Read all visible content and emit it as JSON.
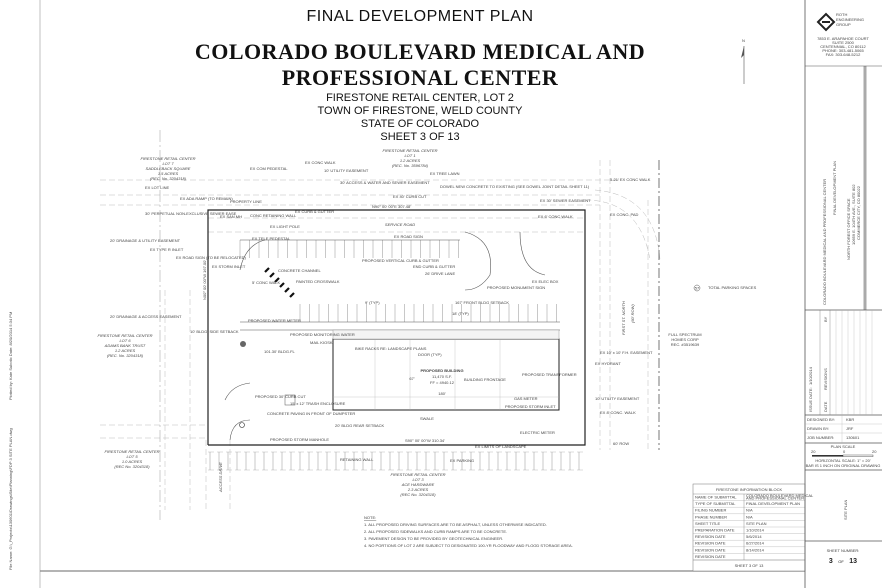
{
  "header": {
    "plan_type": "FINAL DEVELOPMENT PLAN",
    "project_line1": "COLORADO BOULEVARD MEDICAL AND",
    "project_line2": "PROFESSIONAL CENTER",
    "subtitle": [
      "FIRESTONE RETAIL CENTER, LOT 2",
      "TOWN OF FIRESTONE, WELD COUNTY",
      "STATE OF COLORADO",
      "SHEET 3 OF 13"
    ]
  },
  "north_arrow": {
    "label": "N"
  },
  "plan": {
    "parcels": {
      "lot7": [
        "FIRESTONE RETAIL CENTER",
        "LOT 7",
        "SADDLEBACK SQUARE",
        "1.5 ACRES",
        "(REC. No. 3204318)"
      ],
      "lot1": [
        "FIRESTONE RETAIL CENTER",
        "LOT 1",
        "1.2 ACRES",
        "(REC. No. 3596784)"
      ],
      "lot6": [
        "FIRESTONE RETAIL CENTER",
        "LOT 6",
        "ADAMS BANK TRUST",
        "1.2 ACRES",
        "(REC. No. 3204318)"
      ],
      "lot5": [
        "FIRESTONE RETAIL CENTER",
        "LOT 5",
        "1.0 ACRES",
        "(REC No. 3204318)"
      ],
      "lot3": [
        "FIRESTONE RETAIL CENTER",
        "LOT 3",
        "ACE HARDWARE",
        "2.3 ACRES",
        "(REC No. 3204318)"
      ],
      "full_spectrum": [
        "FULL SPECTRUM",
        "HOMES CORP",
        "REC. #3519639"
      ]
    },
    "roads": {
      "service_road": "SERVICE ROAD",
      "first_st": "FIRST ST. NORTH",
      "first_st_row": "(60' ROW)",
      "access_drive": "ACCESS DRIVE"
    },
    "building": {
      "name": "PROPOSED BUILDING",
      "area": "11,470 S.F.",
      "ff": "FF = 4940.12",
      "frontage": "BUILDING FRONTAGE",
      "width_dim": "180'",
      "depth_dim": "67'"
    },
    "bearings": {
      "north": "N90° 00' 00\"E  307.48'",
      "south": "S90° 00' 00\"W  310.34'",
      "west": "N00° 00' 00\"W  167.00'"
    },
    "labels": [
      "EX COM PEDESTAL",
      "EX CONC WALK",
      "10' UTILITY EASEMENT",
      "EX LOT LINE",
      "EX ADA RAMP (TO REMAIN)",
      "PROPERTY LINE",
      "30' PERPETUAL NON-EXCLUSIVE SEWER EASE",
      "EX SAN MH",
      "CONC RETAINING WALL",
      "EX LIGHT POLE",
      "EX CURB & GUTTER",
      "20' DRAINAGE & UTILITY EASEMENT",
      "EX TYPE R INLET",
      "EX ROAD SIGN (TO BE RELOCATED)",
      "EX STORM INLET",
      "EX TELE PEDESTAL",
      "CONCRETE CHANNEL",
      "PAINTED CROSSWALK",
      "5' CONC WALK",
      "30' ACCESS & WATER AND SEWER EASEMENT",
      "EX TREE LAWN",
      "DOWEL NEW CONCRETE TO EXISTING (SEE DOWEL JOINT DETAIL SHEET 11)",
      "EX 40' CURB CUT",
      "EX 30' SEWER EASEMENT",
      "EX ROAD SIGN",
      "PROPOSED VERTICAL CURB & GUTTER",
      "END CURB & GUTTER",
      "26' DRIVE LANE",
      "PROPOSED MONUMENT SIGN",
      "EX ELEC BOX",
      "EX 6' CONC WALK",
      "EX CONC. PAD",
      "5-21' EX CONC WALK",
      "TOTAL PARKING SPACES",
      "20' DRAINAGE & ACCESS EASEMENT",
      "PROPOSED WATER METER",
      "PROPOSED MONITORING WATER",
      "10' BLDG. SIDE SETBACK",
      "101.30' BLDG.FL",
      "PROPOSED 30' CURB CUT",
      "15' x 12' TRASH ENCLOSURE",
      "CONCRETE PAVING IN FRONT OF DUMPSTER",
      "PROPOSED STORM MANHOLE",
      "MAIL KIOSK",
      "BIKE RACKS RE: LANDSCAPE PLANS",
      "DOOR (TYP)",
      "167' FRONT BLDG SETBACK",
      "PROPOSED TRANSFORMER",
      "GAS METER",
      "PROPOSED STORM INLET",
      "SWALE",
      "20' BLDG REAR SETBACK",
      "ELECTRIC METER",
      "EX LIMITS OF LANDSCAPE",
      "RETAINING WALL",
      "EX PARKING",
      "EX HYDRANT",
      "EX 10' x 10' F.H. EASEMENT",
      "60' ROW",
      "10' UTILITY EASEMENT",
      "EX 8' CONC. WALK",
      "9' (TYP)",
      "18' (TYP)"
    ],
    "parking_total": "57"
  },
  "notes": {
    "title": "NOTE:",
    "items": [
      "1.  ALL PROPOSED DRIVING SURFACES ARE TO BE ASPHALT, UNLESS OTHERWISE INDICATED.",
      "2.  ALL PROPOSED SIDEWALKS AND CURB RAMPS ARE TO BE CONCRETE.",
      "3.  PAVEMENT DESIGN TO BE PROVIDED BY GEOTECHNICAL ENGINEER.",
      "4.  NO PORTIONS OF LOT 2 ARE SUBJECT TO DESIGNATED 100-YR FLOODWAY AND FLOOD STORAGE AREA."
    ]
  },
  "info_block": {
    "title": "FIRESTONE INFORMATION BLOCK",
    "rows": [
      {
        "label": "NAME OF SUBMITTAL",
        "value": "COLORADO BOULEVARD MEDICAL AND PROFESSIONAL CENTER"
      },
      {
        "label": "TYPE OF SUBMITTAL",
        "value": "FINAL DEVELOPMENT PLAN"
      },
      {
        "label": "FILING NUMBER",
        "value": "N/A"
      },
      {
        "label": "PHASE NUMBER",
        "value": "N/A"
      },
      {
        "label": "SHEET TITLE",
        "value": "SITE PLAN"
      },
      {
        "label": "PREPARATION DATE",
        "value": "1/10/2014"
      },
      {
        "label": "REVISION DATE",
        "value": "5/6/2014"
      },
      {
        "label": "REVISION DATE",
        "value": "6/27/2014"
      },
      {
        "label": "REVISION DATE",
        "value": "8/14/2014"
      },
      {
        "label": "REVISION DATE",
        "value": ""
      }
    ],
    "footer": "SHEET 3 OF 13"
  },
  "title_block": {
    "firm": [
      "ROTH",
      "ENGINEERING",
      "GROUP"
    ],
    "address": [
      "7853 E. ARAPAHOE COURT",
      "SUITE 2500",
      "CENTENNIAL, CO 80112",
      "PHONE: 303-481-5065",
      "FAX: 303-648-5212"
    ],
    "project": "COLORADO BOULEVARD MEDICAL AND PROFESSIONAL CENTER",
    "plan_type": "FINAL DEVELOPMENT PLAN",
    "client": "NORTH FOREST OFFICE SPACE",
    "client_address": [
      "10659 E. 104TH AVE., SUITE 802",
      "COMMERCE CITY, CO 80022"
    ],
    "issue_date_label": "ISSUE DATE:",
    "issue_date": "1/10/2014",
    "rev_headers": {
      "date": "DATE",
      "revisions": "REVISIONS",
      "by": "BY"
    },
    "designed_by_label": "DESIGNED BY:",
    "designed_by": "KBR",
    "drawn_by_label": "DRAWN BY:",
    "drawn_by": "JRF",
    "job_number_label": "JOB NUMBER:",
    "job_number": "130601",
    "scale_title": "PLAN SCALE",
    "scale_ticks": [
      "20",
      "0",
      "20"
    ],
    "scale_text": "HORIZONTAL SCALE: 1\" = 20'",
    "scale_note": "BAR IS 1 INCH ON ORIGINAL DRAWING",
    "sheet_title": "SITE PLAN",
    "sheet_number_label": "SHEET NUMBER:",
    "sheet_num": "3",
    "sheet_of": "OF",
    "sheet_total": "13"
  },
  "plot_stamp": {
    "file": "File Name: G:\\_Projects\\130601\\Drawings\\Site\\Planning\\FDP 3 SITE PLAN.dwg",
    "plotted": "Plotted by: Kate Subotic  Date: 8/20/2014 5:34 PM"
  }
}
